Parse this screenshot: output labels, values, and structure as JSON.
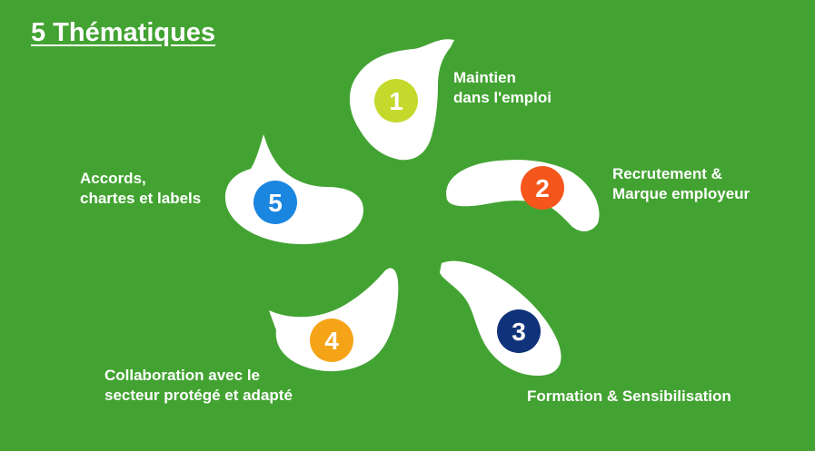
{
  "title": "5 Thématiques",
  "themes": [
    {
      "number": "1",
      "lines": [
        "Maintien",
        "dans l'emploi"
      ],
      "color": "#c3d92c"
    },
    {
      "number": "2",
      "lines": [
        "Recrutement &",
        "Marque employeur"
      ],
      "color": "#f4561c"
    },
    {
      "number": "3",
      "lines": [
        "Formation & Sensibilisation"
      ],
      "color": "#10327a"
    },
    {
      "number": "4",
      "lines": [
        "Collaboration avec le",
        "secteur protégé et adapté"
      ],
      "color": "#f6a417"
    },
    {
      "number": "5",
      "lines": [
        "Accords,",
        "chartes et labels"
      ],
      "color": "#1a86e0"
    }
  ],
  "colors": {
    "background": "#43a332",
    "petal": "#ffffff",
    "text": "#ffffff"
  }
}
